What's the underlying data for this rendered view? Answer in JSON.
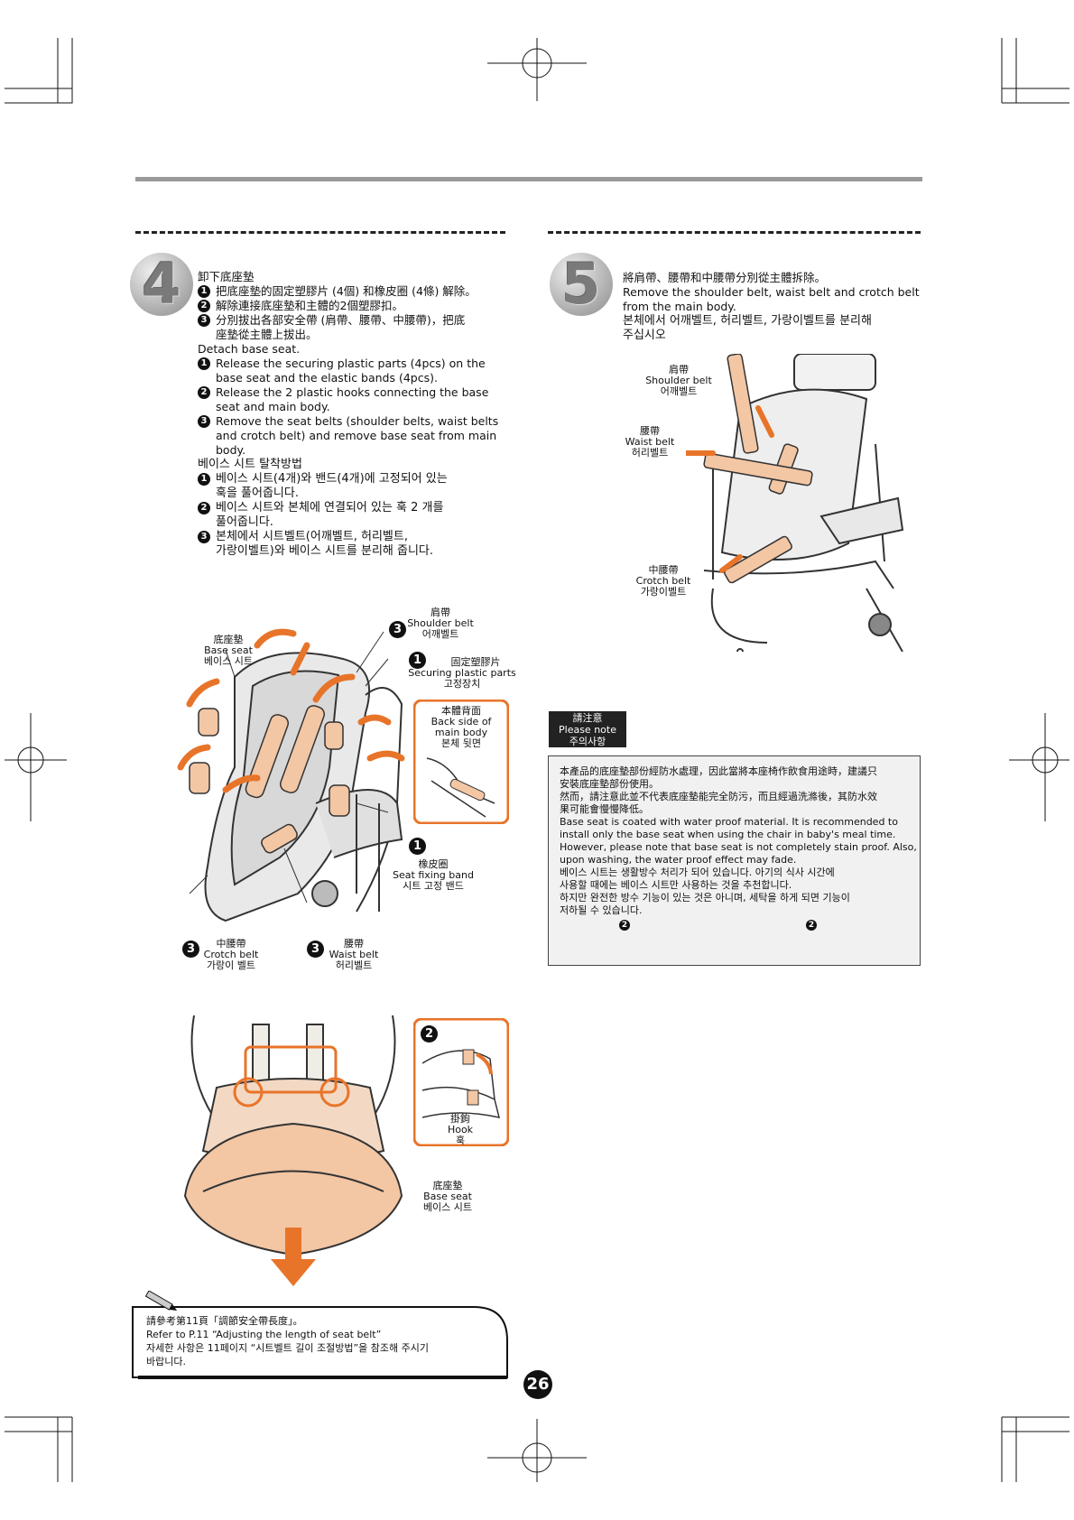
{
  "step4": {
    "number": "4",
    "zh_title": "卸下底座墊",
    "zh_items": [
      [
        "把底座墊的固定塑膠片 (4個) 和橡皮圈 (4條) 解除。"
      ],
      [
        "解除連接底座墊和主體的2個塑膠扣。"
      ],
      [
        "分別拔出各部安全帶 (肩帶、腰帶、中腰帶)，把底",
        "座墊從主體上拔出。"
      ]
    ],
    "en_title": "Detach base seat.",
    "en_items": [
      [
        "Release the securing plastic parts (4pcs) on the",
        "base seat and the elastic bands (4pcs)."
      ],
      [
        "Release the 2 plastic hooks connecting the base",
        "seat and main body."
      ],
      [
        "Remove the seat belts (shoulder belts, waist belts",
        "and crotch belt) and remove base seat from main",
        "body."
      ]
    ],
    "ko_title": "베이스 시트 탈착방법",
    "ko_items": [
      [
        "베이스 시트(4개)와 밴드(4개)에 고정되어 있는",
        "훅을 풀어줍니다."
      ],
      [
        "베이스 시트와 본체에 연결되어 있는 훅 2 개를",
        "풀어줍니다."
      ],
      [
        "본체에서 시트벨트(어깨벨트, 허리벨트,",
        "가랑이벨트)와 베이스 시트를 분리해 줍니다."
      ]
    ]
  },
  "step5": {
    "number": "5",
    "zh": "將肩帶、腰帶和中腰帶分別從主體拆除。",
    "en": [
      "Remove the shoulder belt, waist belt and crotch belt",
      "from the main body."
    ],
    "ko": [
      "본체에서 어깨벨트, 허리벨트, 가랑이벨트를 분리해",
      "주십시오"
    ]
  },
  "bullets": [
    "1",
    "2",
    "3"
  ],
  "fig1_labels": {
    "base_seat": [
      "底座墊",
      "Base seat",
      "베이스 시트"
    ],
    "shoulder_belt": [
      "肩帶",
      "Shoulder belt",
      "어깨벨트"
    ],
    "securing_parts": [
      "固定塑膠片",
      "Securing plastic parts",
      "고정장치"
    ],
    "back_side": [
      "本體背面",
      "Back side of",
      "main body",
      "본체 뒷면"
    ],
    "seat_band": [
      "橡皮圈",
      "Seat fixing band",
      "시트 고정 밴드"
    ],
    "crotch_belt": [
      "中腰帶",
      "Crotch belt",
      "가랑이 벨트"
    ],
    "waist_belt": [
      "腰帶",
      "Waist belt",
      "허리벨트"
    ]
  },
  "fig2_labels": {
    "hook": [
      "掛鉤",
      "Hook",
      "훅"
    ],
    "base_seat": [
      "底座墊",
      "Base seat",
      "베이스 시트"
    ]
  },
  "fig3_labels": {
    "shoulder_belt": [
      "肩帶",
      "Shoulder belt",
      "어깨벨트"
    ],
    "waist_belt": [
      "腰帶",
      "Waist belt",
      "허리벨트"
    ],
    "crotch_belt": [
      "中腰帶",
      "Crotch belt",
      "가랑이벨트"
    ]
  },
  "note": {
    "head": [
      "請注意",
      "Please note",
      "주의사항"
    ],
    "zh": [
      "本產品的底座墊部份經防水處理，因此當將本座椅作飲食用途時，建議只",
      "安裝底座墊部份使用。",
      "然而，請注意此並不代表底座墊能完全防污，而且經過洗滌後，其防水效",
      "果可能會慢慢降低。"
    ],
    "en": [
      "Base seat is coated with water proof material. It is recommended to",
      "install only the base seat when using the chair in baby's meal time.",
      "However, please note that base seat is not completely stain proof. Also,",
      "upon washing, the water proof effect may fade."
    ],
    "ko": [
      "베이스 시트는 생활방수 처리가 되어 있습니다. 아기의 식사 시간에",
      "사용할 때에는 베이스 시트만 사용하는 것을 추천합니다.",
      "하지만 완전한 방수 기능이 있는 것은 아니며, 세탁을 하게 되면 기능이",
      "저하될 수 있습니다."
    ]
  },
  "reference": [
    "請參考第11頁「調節安全帶長度」。",
    "Refer to P.11 “Adjusting the length of seat belt”",
    "자세한 사항은 11페이지 “시트벨트 길이 조절방법”을 참조해 주시기",
    "바랍니다."
  ],
  "page_number": "26",
  "colors": {
    "accent": "#e8742a",
    "seat_fill": "#f3c6a4",
    "frame": "#333333"
  }
}
